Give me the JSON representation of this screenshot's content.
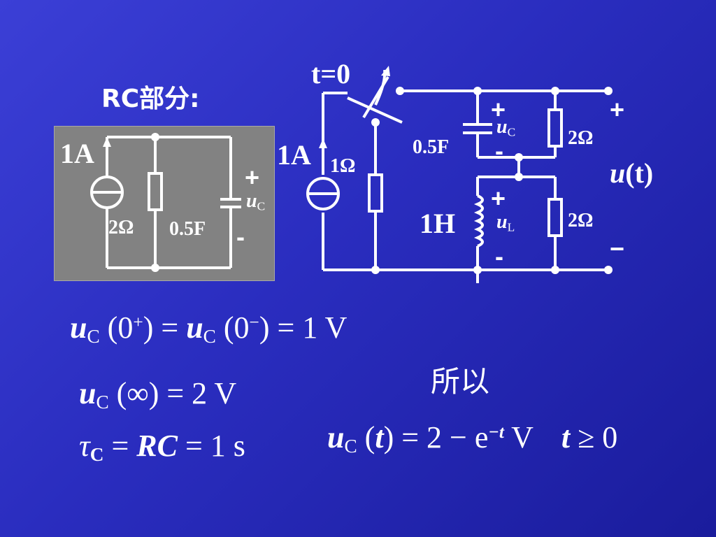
{
  "title": "RC部分:",
  "switch_label": "t=0",
  "rc_panel": {
    "source_label": "1A",
    "resistor_label": "2Ω",
    "capacitor_label": "0.5F",
    "plus": "+",
    "minus": "-",
    "uc_u": "u",
    "uc_sub": "C"
  },
  "main_circuit": {
    "source_label": "1A",
    "r1_label": "1Ω",
    "cap_label": "0.5F",
    "ind_label": "1H",
    "r_top_label": "2Ω",
    "r_bot_label": "2Ω",
    "uc_u": "u",
    "uc_sub": "C",
    "ul_u": "u",
    "ul_sub": "L",
    "cap_plus": "+",
    "cap_minus": "-",
    "ind_plus": "+",
    "ind_minus": "-",
    "out_plus": "+",
    "out_minus": "−",
    "out_label_u": "u",
    "out_label_rest": "(t)"
  },
  "equations": {
    "eq1": {
      "u": "u",
      "sub": "C",
      "a": " (0",
      "sup_a": "+",
      "b": ") = ",
      "u2": "u",
      "sub2": "C",
      "c": " (0",
      "sup_b": "−",
      "d": ") = 1 V"
    },
    "eq2": {
      "u": "u",
      "sub": "C",
      "rest": " (∞) = 2 V"
    },
    "eq3": {
      "tau": "τ",
      "sub": "C",
      "mid": " = ",
      "rc": "RC",
      "end": " = 1 s"
    },
    "so_label": "所以",
    "eq4": {
      "u": "u",
      "sub": "C",
      "a": " (",
      "t": "t",
      "b": ") = 2 − e",
      "sup": "−t",
      "c": "  V",
      "t2": "t",
      "d": " ≥ 0"
    }
  }
}
